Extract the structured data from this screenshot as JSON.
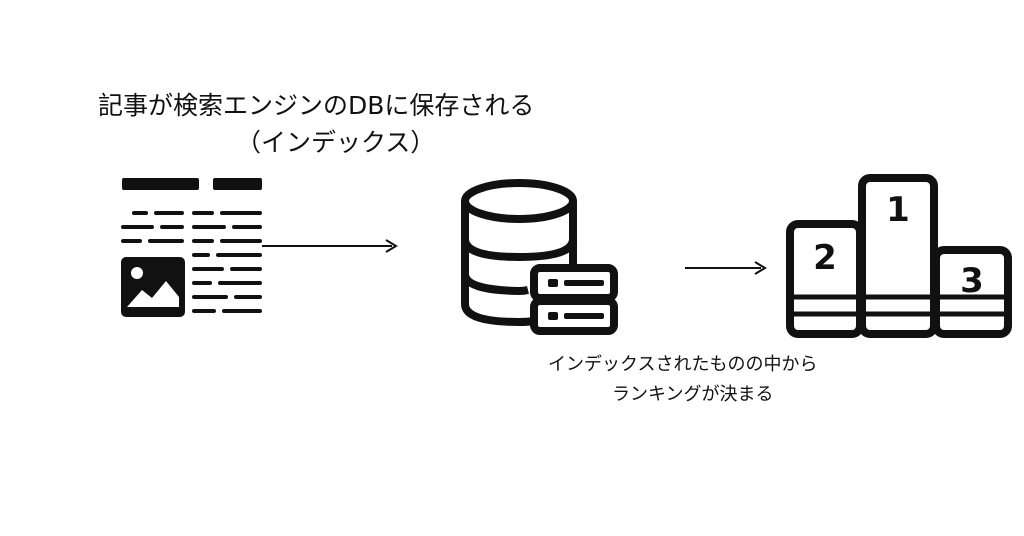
{
  "heading": {
    "line1": "記事が検索エンジンのDBに保存される",
    "line2": "（インデックス）"
  },
  "caption": {
    "line1": "インデックスされたものの中から",
    "line2": "ランキングが決まる"
  },
  "podium": {
    "first": "1",
    "second": "2",
    "third": "3"
  },
  "icons": [
    "article-icon",
    "arrow-right-icon",
    "database-server-icon",
    "arrow-right-icon",
    "podium-icon"
  ],
  "colors": {
    "ink": "#111111",
    "background": "#ffffff"
  }
}
